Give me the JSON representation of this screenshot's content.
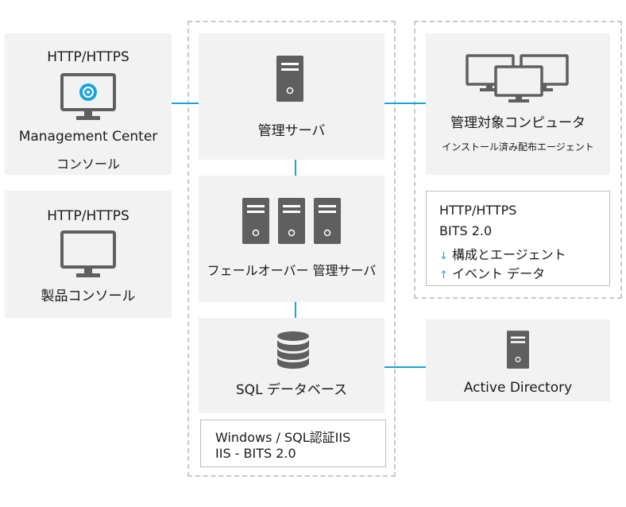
{
  "colors": {
    "accent": "#1aa3d9",
    "box": "#f2f2f2",
    "icon": "#5f5f5f",
    "dashed": "#c8c8c8"
  },
  "mgmt_console": {
    "protocol": "HTTP/HTTPS",
    "name": "Management Center",
    "subname": "コンソール",
    "icon": "monitor-gear-icon"
  },
  "product_console": {
    "protocol": "HTTP/HTTPS",
    "name": "製品コンソール",
    "icon": "monitor-icon"
  },
  "mgmt_server": {
    "name": "管理サーバ",
    "icon": "server-icon"
  },
  "failover_server": {
    "name": "フェールオーバー 管理サーバ",
    "icon": "server-cluster-icon"
  },
  "sql_db": {
    "name": "SQL データベース",
    "icon": "database-icon"
  },
  "auth_note": {
    "line1": "Windows / SQL認証IIS",
    "line2": "IIS - BITS 2.0"
  },
  "managed_computers": {
    "name": "管理対象コンピュータ",
    "subname": "インストール済み配布エージェント",
    "icon": "multiple-monitors-icon"
  },
  "protocol_note": {
    "line1": "HTTP/HTTPS",
    "line2": "BITS 2.0",
    "down_item": "構成とエージェント",
    "up_item": "イベント データ",
    "down_icon": "arrow-down-icon",
    "up_icon": "arrow-up-icon"
  },
  "active_directory": {
    "name": "Active Directory",
    "icon": "server-icon"
  }
}
